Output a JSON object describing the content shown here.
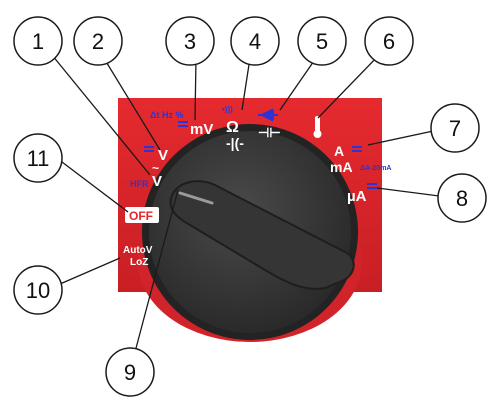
{
  "colors": {
    "panel": "#e3262b",
    "panel_dark": "#b81c20",
    "knob": "#3b3b3b",
    "knob_ring": "#232323",
    "label_white": "#ffffff",
    "label_blue": "#2b34d6"
  },
  "callouts": [
    "1",
    "2",
    "3",
    "4",
    "5",
    "6",
    "7",
    "8",
    "9",
    "10",
    "11"
  ],
  "dial_labels": {
    "v_ac": "V",
    "v_dc": "V",
    "mv": "mV",
    "ohm": "Ω",
    "mv_small": "Δt Hz %",
    "ohm_small": "•)))",
    "temp_icon": "thermometer",
    "a": "A",
    "ma": "mA",
    "a_small": "ΔA-20mA",
    "ua": "µA",
    "off": "OFF",
    "autov": "AutoV",
    "loz": "LoZ",
    "hfr": "HFR"
  }
}
